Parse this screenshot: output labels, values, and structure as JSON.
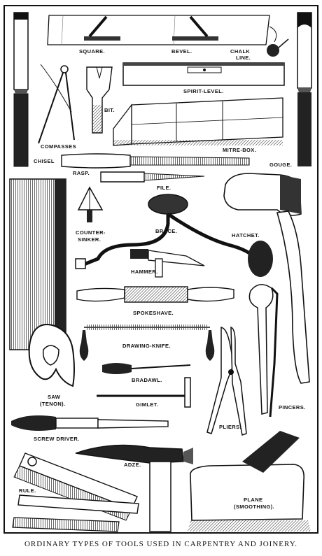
{
  "labels": {
    "square": "SQUARE.",
    "bevel": "BEVEL.",
    "chalk_line_1": "CHALK",
    "chalk_line_2": "LINE.",
    "spirit_level": "SPIRIT-LEVEL.",
    "bit": "BIT.",
    "compasses": "COMPASSES",
    "mitre_box": "MITRE-BOX.",
    "chisel": "CHISEL",
    "rasp": "RASP.",
    "gouge": "GOUGE.",
    "file": "FILE.",
    "countersinker_1": "COUNTER-",
    "countersinker_2": "SINKER.",
    "brace": "BRACE.",
    "hatchet": "HATCHET.",
    "hammer": "HAMMER.",
    "spokeshave": "SPOKESHAVE.",
    "drawing_knife": "DRAWING-KNIFE.",
    "bradawl": "BRADAWL.",
    "saw_1": "SAW",
    "saw_2": "(TENON).",
    "gimlet": "GIMLET.",
    "pliers": "PLIERS.",
    "pincers": "PINCERS.",
    "screw_driver": "SCREW DRIVER.",
    "adze": "ADZE.",
    "rule": "RULE.",
    "plane_1": "PLANE",
    "plane_2": "(SMOOTHING)."
  },
  "caption": "ORDINARY TYPES OF TOOLS USED IN CARPENTRY AND JOINERY."
}
